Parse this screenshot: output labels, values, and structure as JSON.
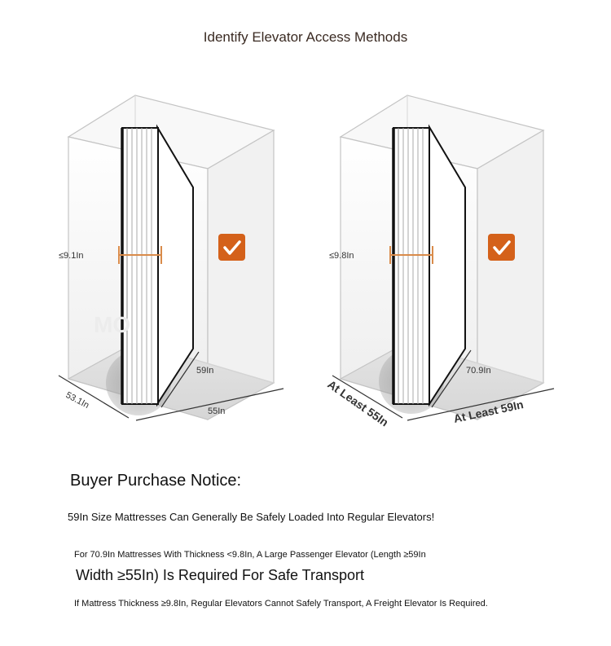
{
  "title": "Identify Elevator Access Methods",
  "watermark": "MO",
  "left": {
    "thickness": "≤9.1In",
    "height": "59In",
    "width": "55In",
    "depth": "53.1In"
  },
  "right": {
    "thickness": "≤9.8In",
    "height": "70.9In",
    "width": "At Least 59In",
    "depth": "At Least 55In"
  },
  "notice": {
    "title": "Buyer Purchase Notice:",
    "line1": "59In Size Mattresses Can Generally Be Safely Loaded Into Regular Elevators!",
    "line2": "For 70.9In Mattresses With Thickness <9.8In, A Large Passenger Elevator (Length ≥59In",
    "line3": "Width ≥55In) Is Required For Safe Transport",
    "line4": "If Mattress Thickness ≥9.8In, Regular Elevators Cannot Safely Transport, A Freight Elevator Is Required."
  },
  "colors": {
    "accent": "#d4611a",
    "measure": "#d98b4a",
    "box": "#bdbdbd"
  },
  "icons": [
    "check-icon",
    "check-icon"
  ]
}
